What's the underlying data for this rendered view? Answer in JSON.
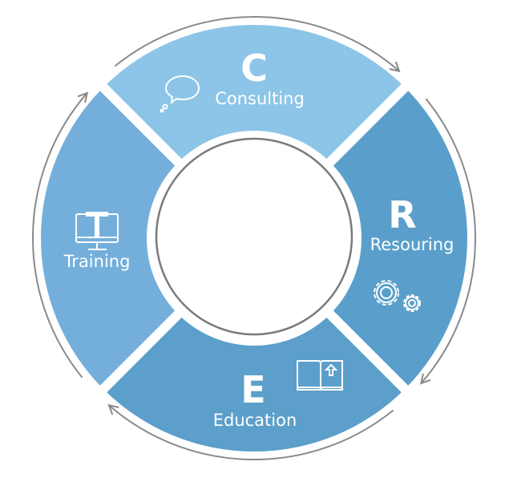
{
  "segments": [
    {
      "letter": "C",
      "label": "Consulting",
      "icon": "speech-bubble-icon",
      "color": "#8cc5e7"
    },
    {
      "letter": "R",
      "label": "Resouring",
      "icon": "gears-icon",
      "color": "#5a9fcb"
    },
    {
      "letter": "E",
      "label": "Education",
      "icon": "open-book-icon",
      "color": "#5b9fca"
    },
    {
      "letter": "",
      "label": "Training",
      "icon": "computer-monitor-icon",
      "color": "#74afdb"
    }
  ],
  "colors": {
    "arrow": "#8a8a8a",
    "inner_ring": "#7a7a7a",
    "background": "#ffffff"
  }
}
